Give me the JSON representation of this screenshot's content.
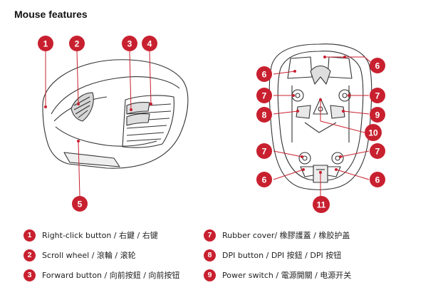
{
  "title": "Mouse features",
  "accent_color": "#c8202f",
  "side_view_callouts": [
    "1",
    "2",
    "3",
    "4",
    "5"
  ],
  "bottom_view_callouts": [
    "6",
    "6",
    "6",
    "6",
    "7",
    "7",
    "7",
    "7",
    "8",
    "9",
    "10",
    "11"
  ],
  "legend": [
    {
      "num": "1",
      "label": "Right-click button / 右鍵 / 右键"
    },
    {
      "num": "2",
      "label": "Scroll wheel / 滾輪 / 滚轮"
    },
    {
      "num": "3",
      "label": "Forward button / 向前按鈕 / 向前按钮"
    },
    {
      "num": "7",
      "label": "Rubber cover/ 橡膠護蓋 / 橡胶护盖"
    },
    {
      "num": "8",
      "label": "DPI button / DPI 按鈕 / DPI 按钮"
    },
    {
      "num": "9",
      "label": "Power switch / 電源開關 / 电源开关"
    }
  ]
}
